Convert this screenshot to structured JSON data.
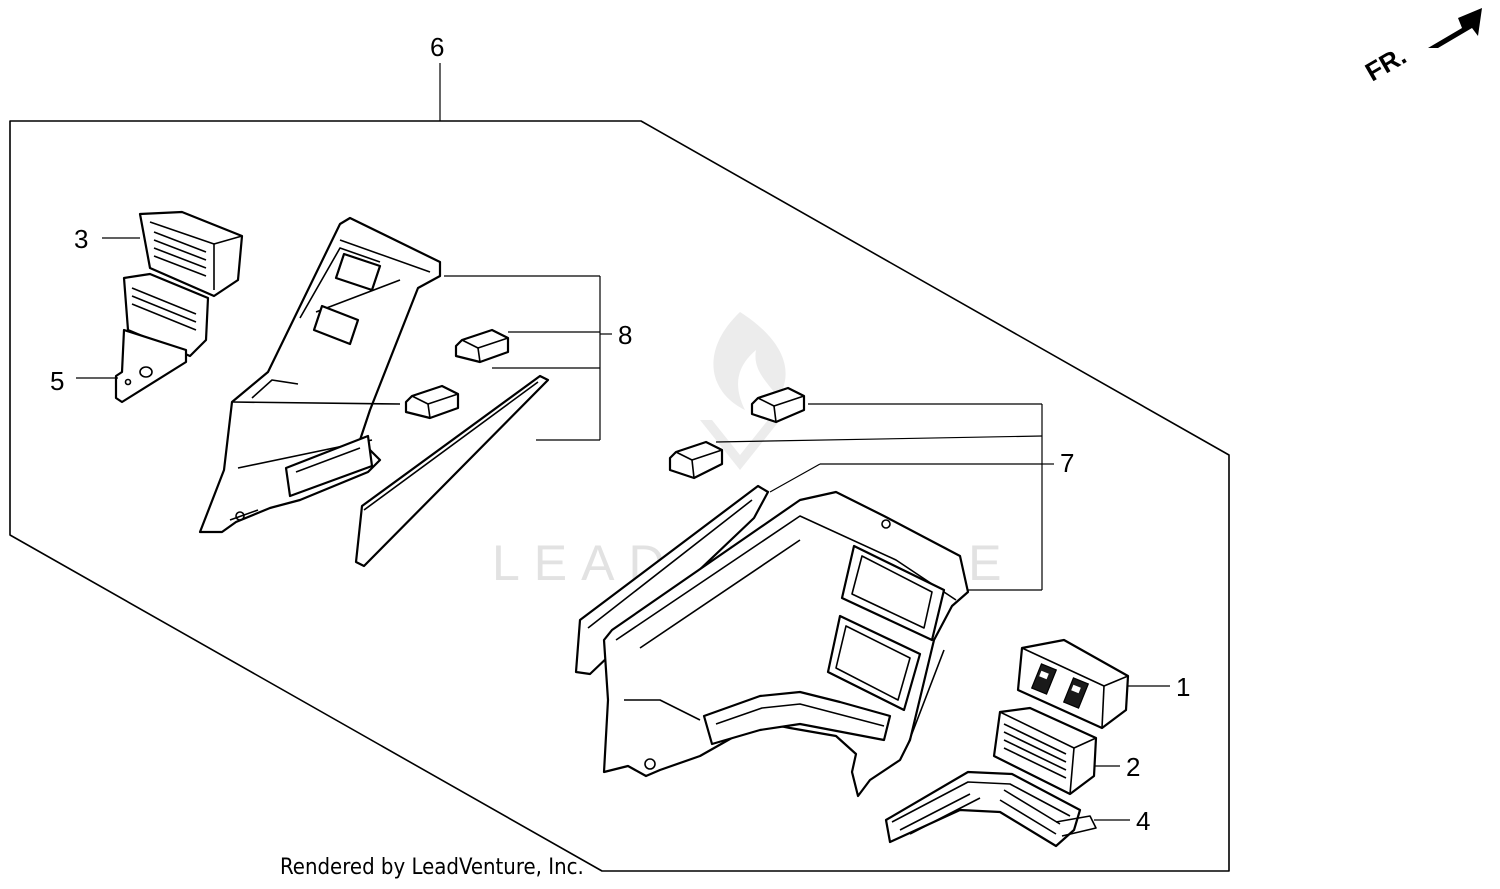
{
  "diagram": {
    "callouts": {
      "part_1": "1",
      "part_2": "2",
      "part_3": "3",
      "part_4": "4",
      "part_5": "5",
      "part_6": "6",
      "part_7": "7",
      "part_8": "8"
    },
    "direction_marker": "FR.",
    "watermark": "LEADVENTURE",
    "credit": "Rendered by LeadVenture, Inc."
  },
  "colors": {
    "line": "#000000",
    "background": "#ffffff",
    "watermark": "#e2e2e2"
  }
}
